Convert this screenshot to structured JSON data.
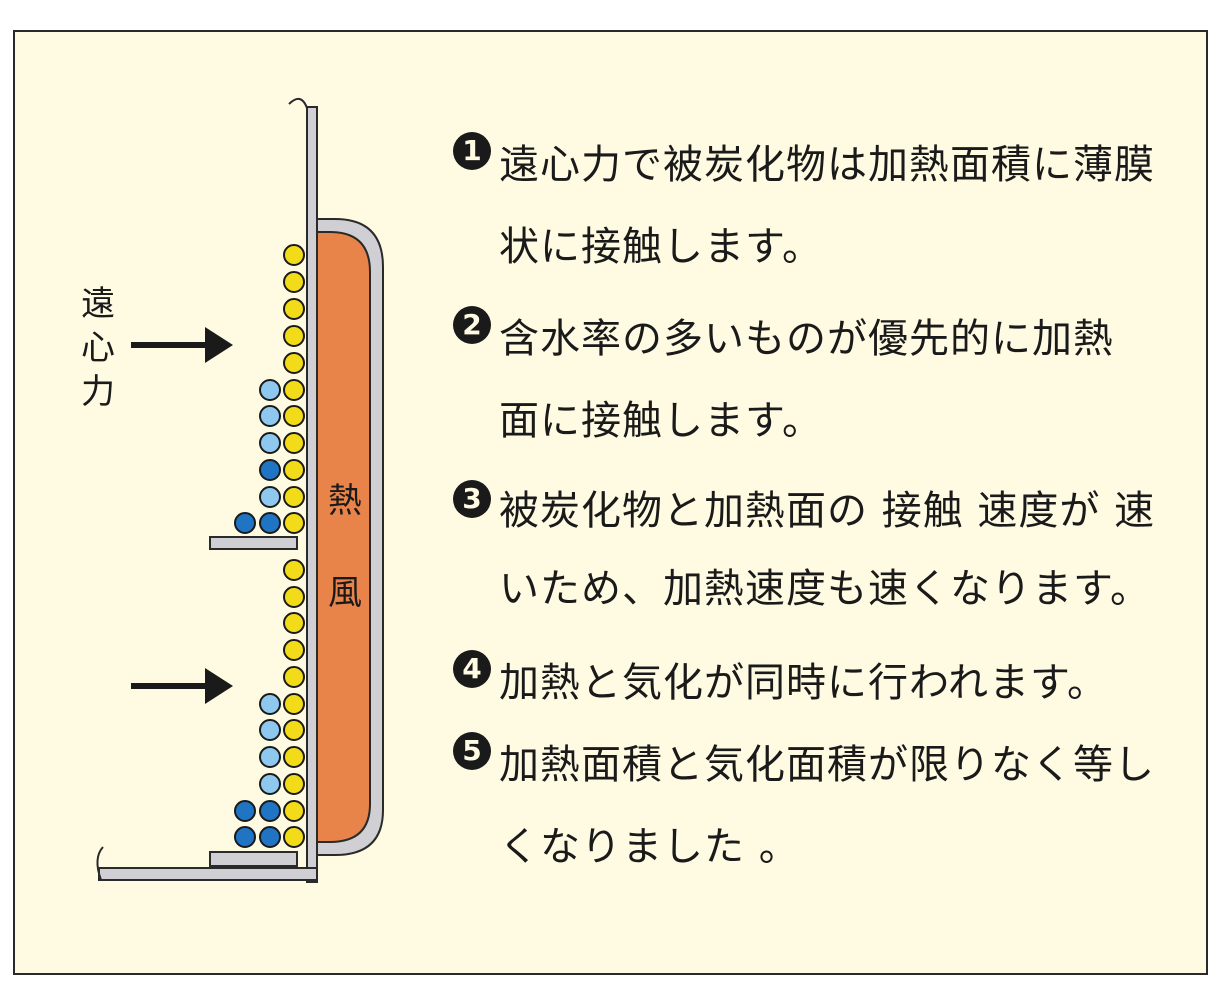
{
  "diagram": {
    "force_label": "遠心力",
    "heat_label": "熱風",
    "colors": {
      "panel_bg": "#fffbe3",
      "heater": "#e8834a",
      "wall": "#d0d0d4",
      "particle_yellow": "#f2dc1a",
      "particle_light_blue": "#8ec8ef",
      "particle_dark_blue": "#1f74c4"
    },
    "particle_legend": [
      "yellow",
      "light-blue",
      "dark-blue"
    ]
  },
  "points": [
    {
      "num": "1",
      "text": "遠心力で被炭化物は加熱面積に薄膜状に接触します。"
    },
    {
      "num": "2",
      "text": "含水率の多いものが優先的に加熱面に接触します。"
    },
    {
      "num": "3",
      "text": "被炭化物と加熱面の 接触 速度が 速いため、加熱速度も速くなります。"
    },
    {
      "num": "4",
      "text": "加熱と気化が同時に行われます。"
    },
    {
      "num": "5",
      "text": "加熱面積と気化面積が限りなく等しくなりました 。"
    }
  ]
}
